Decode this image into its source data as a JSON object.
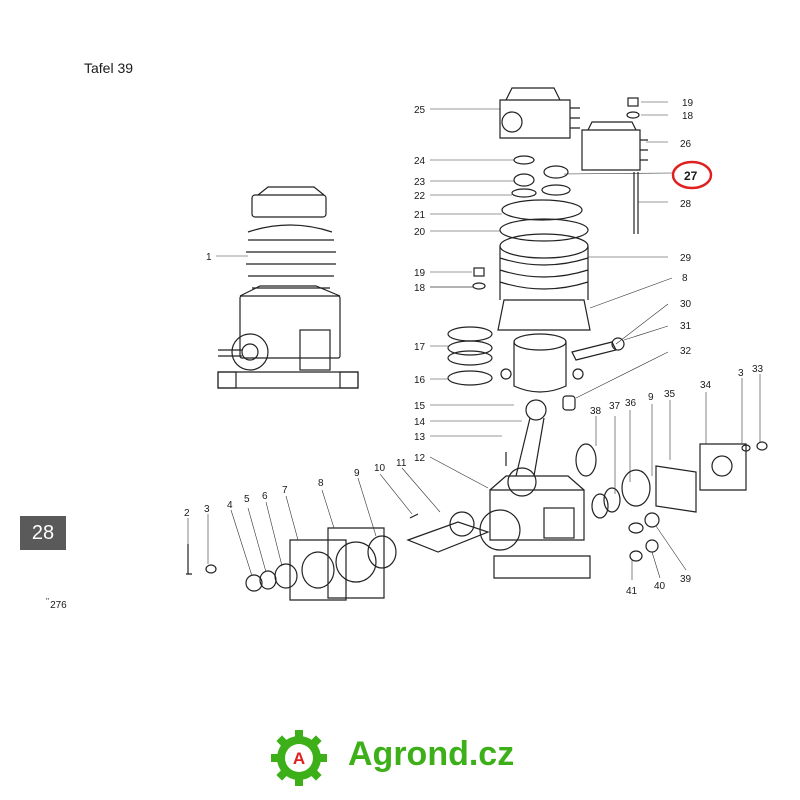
{
  "title": "Tafel 39",
  "page_badge": "28",
  "page_number": "276",
  "brand": {
    "name": "Agrond.cz",
    "logo_letter": "A",
    "color": "#3db019",
    "accent": "#e02020"
  },
  "highlight": {
    "label": "27",
    "color": "#e02020"
  },
  "callouts": [
    {
      "label": "19"
    },
    {
      "label": "18"
    },
    {
      "label": "25"
    },
    {
      "label": "26"
    },
    {
      "label": "24"
    },
    {
      "label": "23"
    },
    {
      "label": "22"
    },
    {
      "label": "28"
    },
    {
      "label": "21"
    },
    {
      "label": "20"
    },
    {
      "label": "29"
    },
    {
      "label": "19"
    },
    {
      "label": "8"
    },
    {
      "label": "18"
    },
    {
      "label": "30"
    },
    {
      "label": "17"
    },
    {
      "label": "31"
    },
    {
      "label": "16"
    },
    {
      "label": "32"
    },
    {
      "label": "15"
    },
    {
      "label": "14"
    },
    {
      "label": "13"
    },
    {
      "label": "12"
    },
    {
      "label": "1"
    },
    {
      "label": "38"
    },
    {
      "label": "37"
    },
    {
      "label": "36"
    },
    {
      "label": "9"
    },
    {
      "label": "35"
    },
    {
      "label": "34"
    },
    {
      "label": "3"
    },
    {
      "label": "33"
    },
    {
      "label": "2"
    },
    {
      "label": "3"
    },
    {
      "label": "4"
    },
    {
      "label": "5"
    },
    {
      "label": "6"
    },
    {
      "label": "7"
    },
    {
      "label": "8"
    },
    {
      "label": "9"
    },
    {
      "label": "10"
    },
    {
      "label": "11"
    },
    {
      "label": "41"
    },
    {
      "label": "40"
    },
    {
      "label": "39"
    }
  ]
}
